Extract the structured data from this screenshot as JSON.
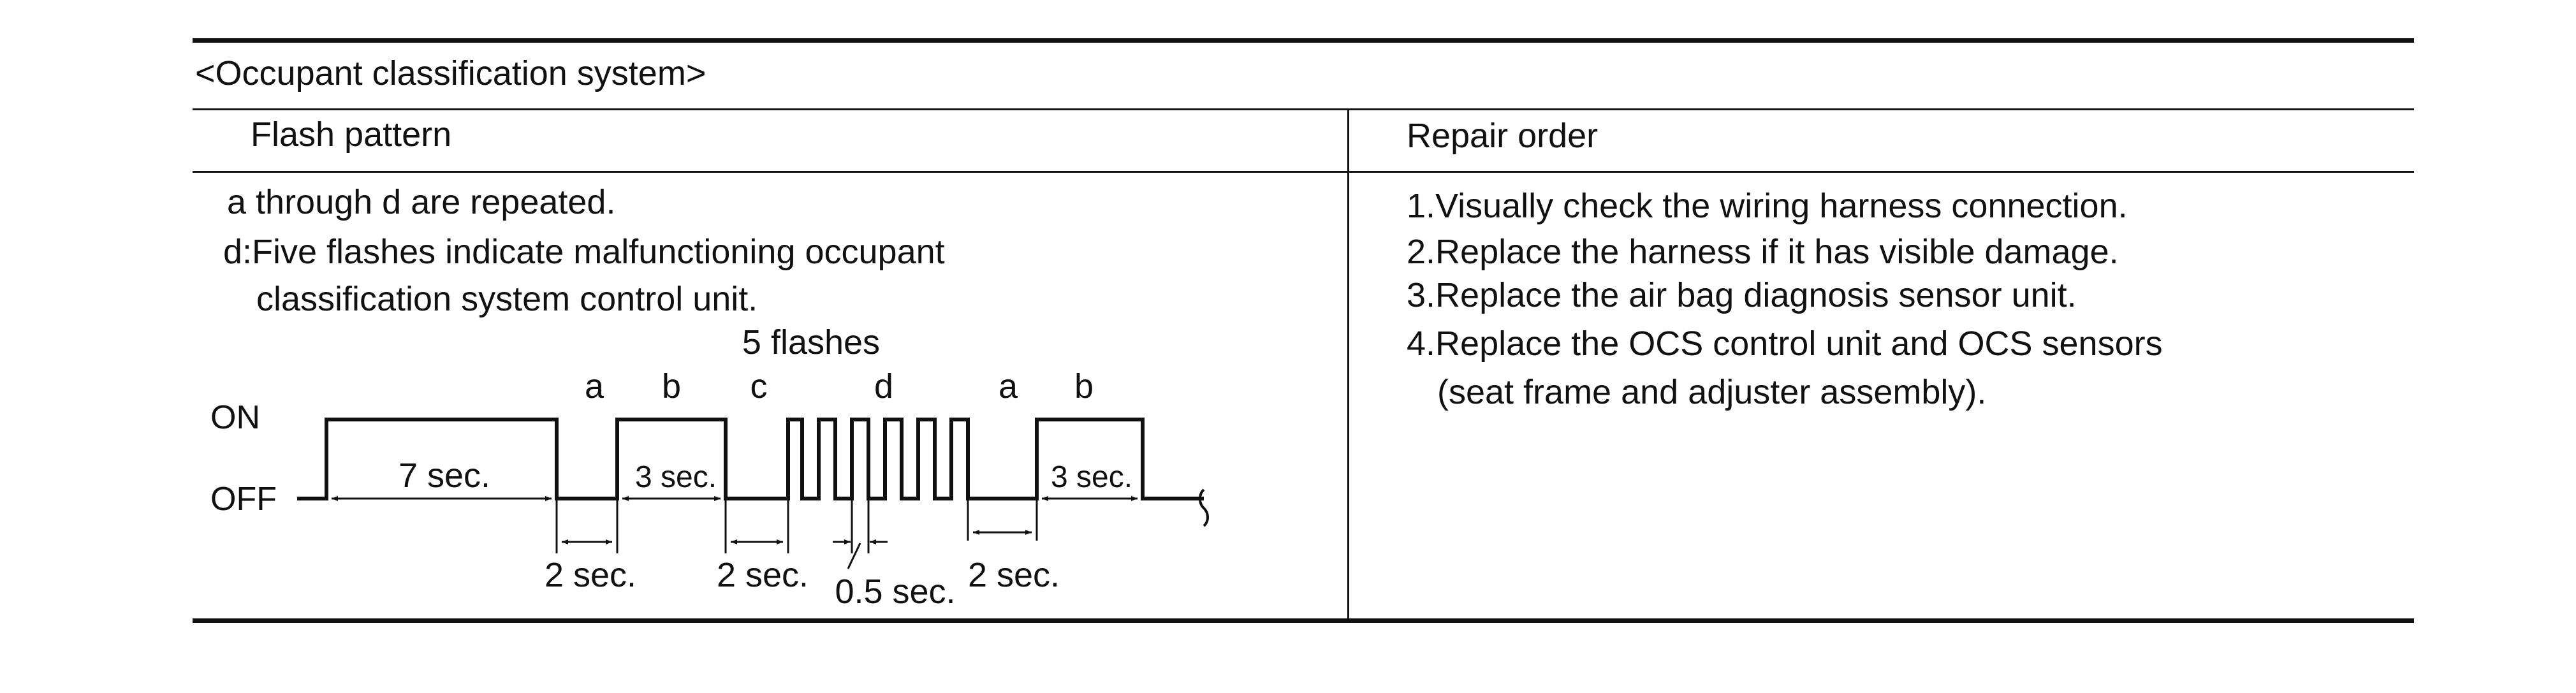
{
  "section_title": "<Occupant classification system>",
  "columns": {
    "flash_pattern": "Flash pattern",
    "repair_order": "Repair order"
  },
  "flash_notes": [
    "a through d are repeated.",
    "d:Five flashes indicate malfunctioning occupant",
    "classification system control unit."
  ],
  "repair_steps": [
    "1.Visually check the wiring harness connection.",
    "2.Replace the harness if it has visible damage.",
    "3.Replace the air bag diagnosis sensor unit.",
    "4.Replace the OCS control unit and OCS sensors",
    "(seat frame and adjuster assembly)."
  ],
  "diagram": {
    "state_on": "ON",
    "state_off": "OFF",
    "flashes_label": "5 flashes",
    "segments": [
      "a",
      "b",
      "c",
      "d",
      "a",
      "b"
    ],
    "on_duration": "7 sec.",
    "b_duration_1": "3 sec.",
    "b_duration_2": "3 sec.",
    "gap_1": "2 sec.",
    "gap_2": "2 sec.",
    "gap_3": "2 sec.",
    "flash_width": "0.5 sec."
  }
}
